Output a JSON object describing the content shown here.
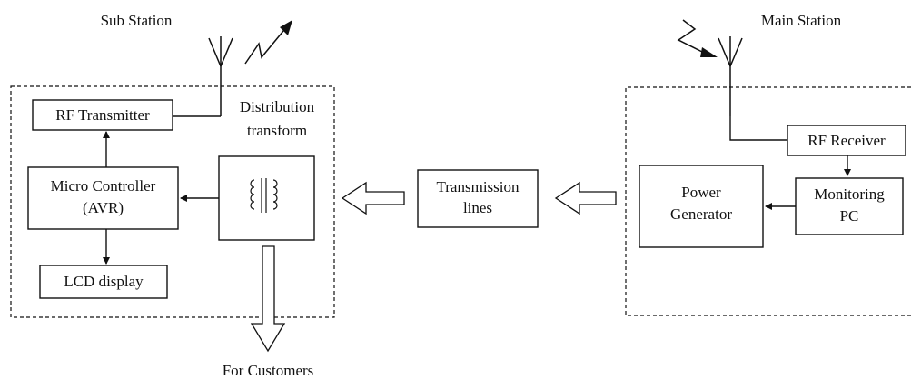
{
  "title_sub_station": "Sub Station",
  "title_main_station": "Main Station",
  "sub_station": {
    "rf_transmitter": "RF Transmitter",
    "distribution_line1": "Distribution",
    "distribution_line2": "transform",
    "micro_controller_line1": "Micro Controller",
    "micro_controller_line2": "(AVR)",
    "lcd_display": "LCD display"
  },
  "transmission": {
    "line1": "Transmission",
    "line2": "lines"
  },
  "main_station": {
    "rf_receiver": "RF Receiver",
    "power_generator_line1": "Power",
    "power_generator_line2": "Generator",
    "monitoring_line1": "Monitoring",
    "monitoring_line2": "PC"
  },
  "for_customers": "For Customers",
  "colors": {
    "ink": "#111111",
    "background": "#ffffff"
  }
}
